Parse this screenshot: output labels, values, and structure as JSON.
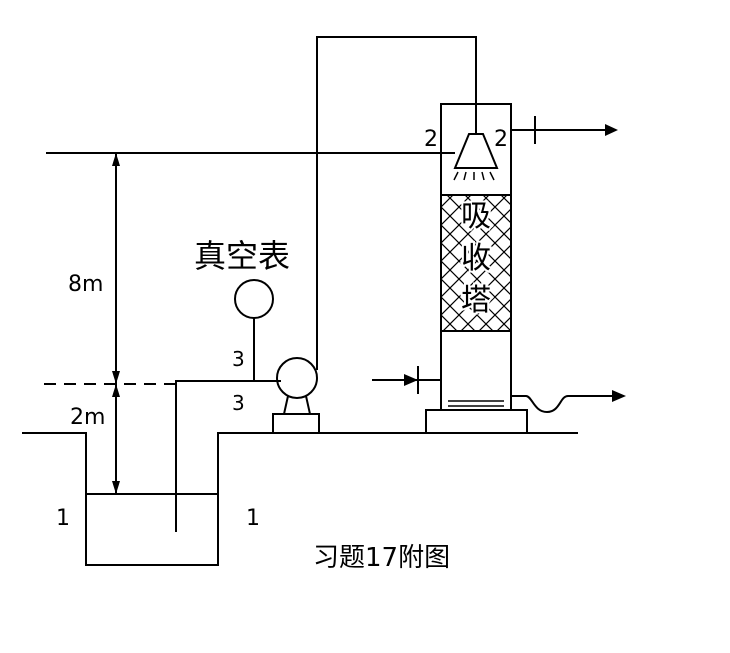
{
  "labels": {
    "gauge_label": "真空表",
    "caption": "习题17附图",
    "height_upper": "8m",
    "height_lower": "2m",
    "section_1_left": "1",
    "section_1_right": "1",
    "section_2_left": "2",
    "section_2_right": "2",
    "section_3_upper": "3",
    "section_3_lower": "3",
    "tower_char_1": "吸",
    "tower_char_2": "收",
    "tower_char_3": "塔"
  }
}
